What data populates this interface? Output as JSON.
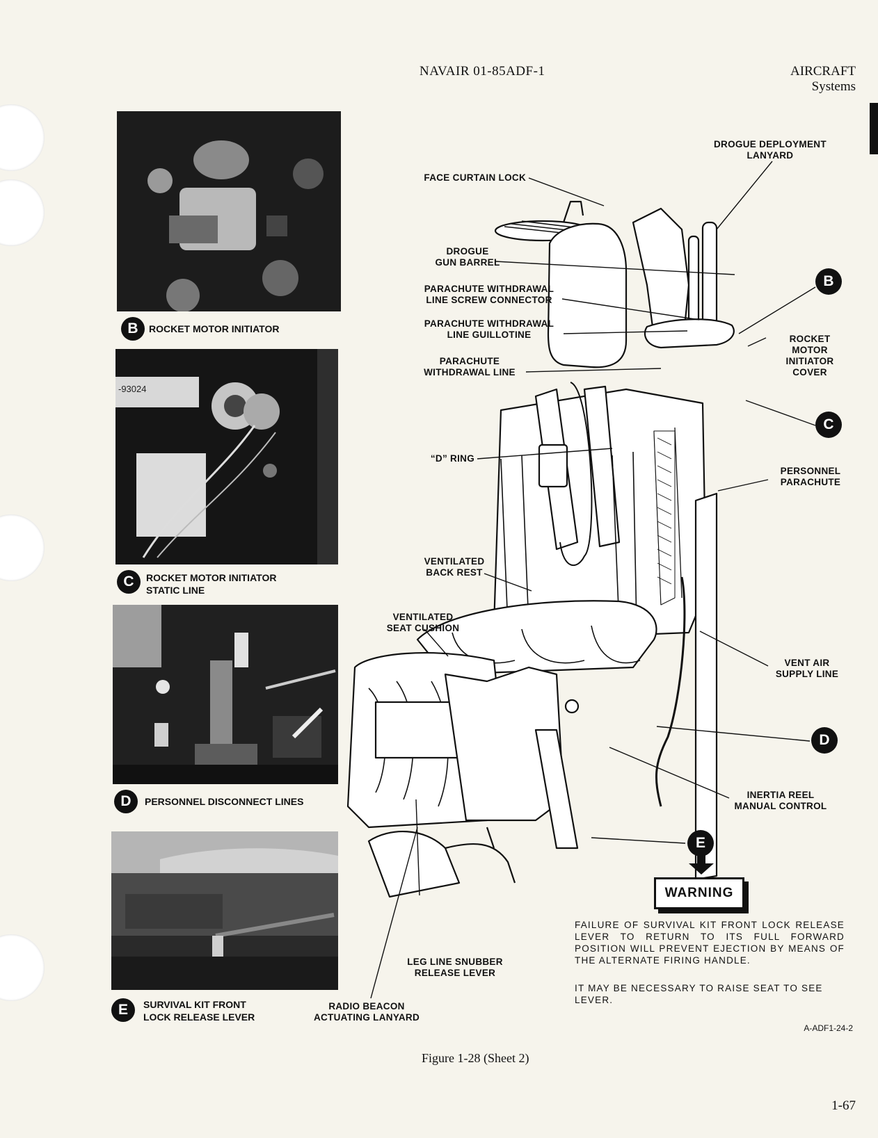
{
  "header": {
    "doc_number": "NAVAIR 01-85ADF-1",
    "section": "AIRCRAFT",
    "subsection": "Systems"
  },
  "photos": [
    {
      "letter": "B",
      "caption": "ROCKET MOTOR INITIATOR"
    },
    {
      "letter": "C",
      "caption_line1": "ROCKET MOTOR INITIATOR",
      "caption_line2": "STATIC LINE"
    },
    {
      "letter": "D",
      "caption": "PERSONNEL DISCONNECT LINES"
    },
    {
      "letter": "E",
      "caption_line1": "SURVIVAL KIT FRONT",
      "caption_line2": "LOCK RELEASE LEVER"
    }
  ],
  "photo_text": {
    "part_number": "-93024"
  },
  "callouts": {
    "drogue_lanyard": [
      "DROGUE DEPLOYMENT",
      "LANYARD"
    ],
    "face_curtain_lock": "FACE CURTAIN LOCK",
    "drogue_gun_barrel": [
      "DROGUE",
      "GUN BARREL"
    ],
    "screw_connector": [
      "PARACHUTE WITHDRAWAL",
      "LINE SCREW CONNECTOR"
    ],
    "guillotine": [
      "PARACHUTE WITHDRAWAL",
      "LINE GUILLOTINE"
    ],
    "withdrawal_line": [
      "PARACHUTE",
      "WITHDRAWAL LINE"
    ],
    "initiator_cover": [
      "ROCKET",
      "MOTOR",
      "INITIATOR",
      "COVER"
    ],
    "d_ring": "“D” RING",
    "personnel_parachute": [
      "PERSONNEL",
      "PARACHUTE"
    ],
    "back_rest": [
      "VENTILATED",
      "BACK REST"
    ],
    "seat_cushion": [
      "VENTILATED",
      "SEAT CUSHION"
    ],
    "vent_air": [
      "VENT AIR",
      "SUPPLY LINE"
    ],
    "inertia_reel": [
      "INERTIA REEL",
      "MANUAL CONTROL"
    ],
    "snubber": [
      "LEG LINE SNUBBER",
      "RELEASE LEVER"
    ],
    "radio_beacon": [
      "RADIO BEACON",
      "ACTUATING LANYARD"
    ]
  },
  "badges": {
    "b": "B",
    "c": "C",
    "d": "D",
    "e": "E"
  },
  "warning": {
    "label": "WARNING",
    "text": "FAILURE OF SURVIVAL KIT FRONT LOCK RELEASE LEVER TO RETURN TO ITS FULL FORWARD POSITION WILL PREVENT EJECTION BY MEANS OF THE ALTERNATE FIRING HANDLE.",
    "note": "IT MAY BE NECESSARY TO RAISE SEAT TO SEE LEVER."
  },
  "figure": {
    "ref": "A-ADF1-24-2",
    "caption": "Figure 1-28 (Sheet 2)"
  },
  "page_number": "1-67"
}
